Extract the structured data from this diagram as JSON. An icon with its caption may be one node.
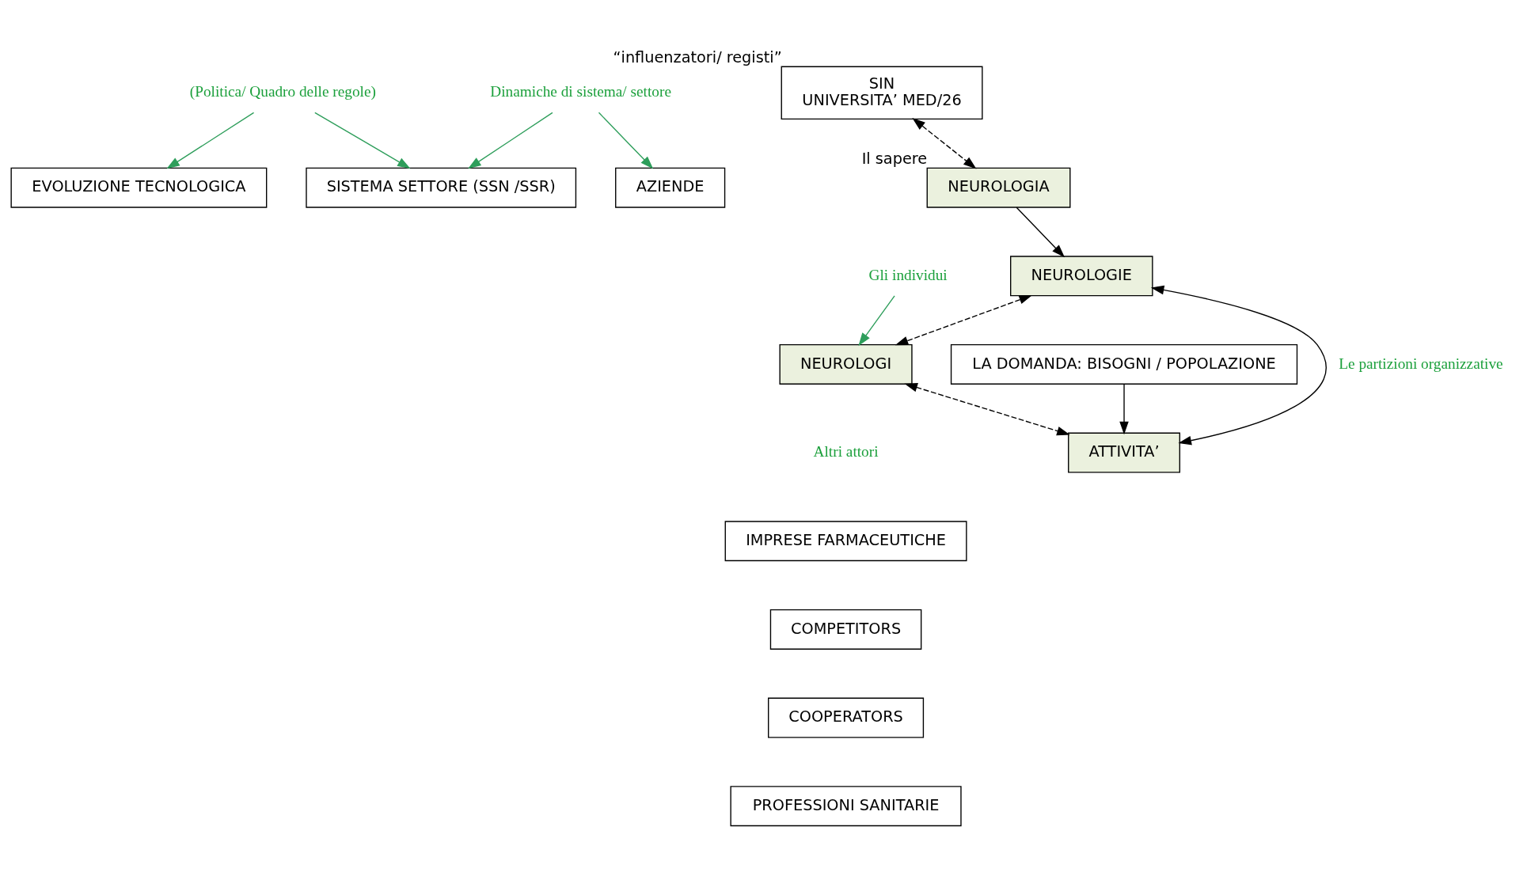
{
  "diagram": {
    "nodes": [
      {
        "text": [
          "EVOLUZIONE TECNOLOGICA"
        ]
      },
      {
        "text": [
          "(Politica/ Quadro delle regole)"
        ]
      },
      {
        "text": [
          "SISTEMA SETTORE (SSN /SSR)"
        ]
      },
      {
        "text": [
          "Dinamiche di sistema/ settore"
        ]
      },
      {
        "text": [
          "AZIENDE"
        ]
      },
      {
        "text": [
          "SIN",
          "UNIVERSITA’ MED/26"
        ],
        "beside": [
          "“influenzatori/ registi”"
        ]
      },
      {
        "text": [
          "NEUROLOGIA"
        ],
        "beside": [
          "Il sapere"
        ]
      },
      {
        "text": [
          "NEUROLOGI"
        ]
      },
      {
        "text": [
          "Gli individui"
        ]
      },
      {
        "text": [
          "NEUROLOGIE"
        ]
      },
      {
        "text": [
          "ATTIVITA’"
        ]
      },
      {
        "text": [
          "LA DOMANDA: BISOGNI / POPOLAZIONE"
        ]
      },
      {
        "text": [
          "IMPRESE FARMACEUTICHE"
        ]
      },
      {
        "text": [
          "COMPETITORS"
        ]
      },
      {
        "text": [
          "COOPERATORS"
        ]
      },
      {
        "text": [
          "PROFESSIONI SANITARIE"
        ]
      }
    ],
    "edges": [
      {
        "from": 1,
        "to": 0,
        "arrow": "to",
        "color": "#2e9e5b"
      },
      {
        "from": 1,
        "to": 2,
        "arrow": "to",
        "color": "#2e9e5b"
      },
      {
        "from": 3,
        "to": 2,
        "arrow": "to",
        "color": "#2e9e5b"
      },
      {
        "from": 3,
        "to": 4,
        "arrow": "to",
        "color": "#2e9e5b"
      },
      {
        "from": 5,
        "to": 6,
        "arrow": "both",
        "style": "dashed"
      },
      {
        "from": 6,
        "to": 9,
        "arrow": "to"
      },
      {
        "from": 9,
        "to": 7,
        "arrow": "both",
        "style": "dashed"
      },
      {
        "from": 8,
        "to": 7,
        "arrow": "to",
        "color": "#2e9e5b"
      },
      {
        "from": 9,
        "to": 10,
        "arrow": "both",
        "label": "Le partizioni organizzative"
      },
      {
        "from": 7,
        "to": 10,
        "arrow": "both",
        "style": "dashed"
      },
      {
        "from": 11,
        "to": 10,
        "arrow": "to"
      }
    ],
    "labels": [
      "Altri attori"
    ]
  }
}
